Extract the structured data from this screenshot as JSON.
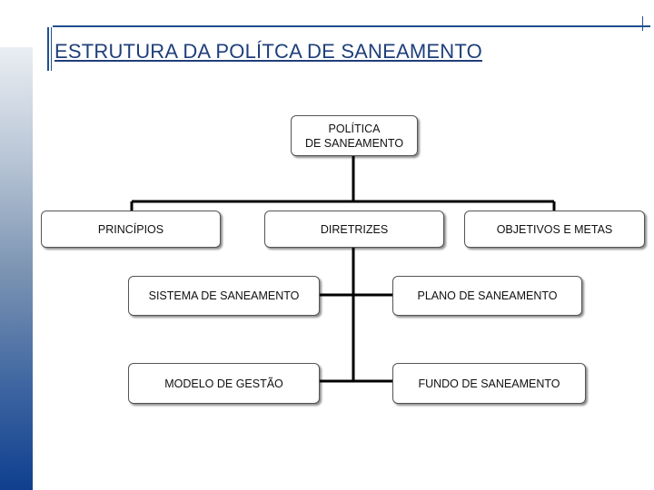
{
  "page": {
    "title": "ESTRUTURA DA POLÍTCA DE SANEAMENTO"
  },
  "diagram": {
    "root": "POLÍTICA\nDE SANEAMENTO",
    "level1": {
      "principios": "PRINCÍPIOS",
      "diretrizes": "DIRETRIZES",
      "objetivos": "OBJETIVOS E METAS"
    },
    "level2": {
      "sistema": "SISTEMA DE SANEAMENTO",
      "plano": "PLANO DE SANEAMENTO",
      "modelo": "MODELO DE GESTÃO",
      "fundo": "FUNDO DE SANEAMENTO"
    }
  }
}
